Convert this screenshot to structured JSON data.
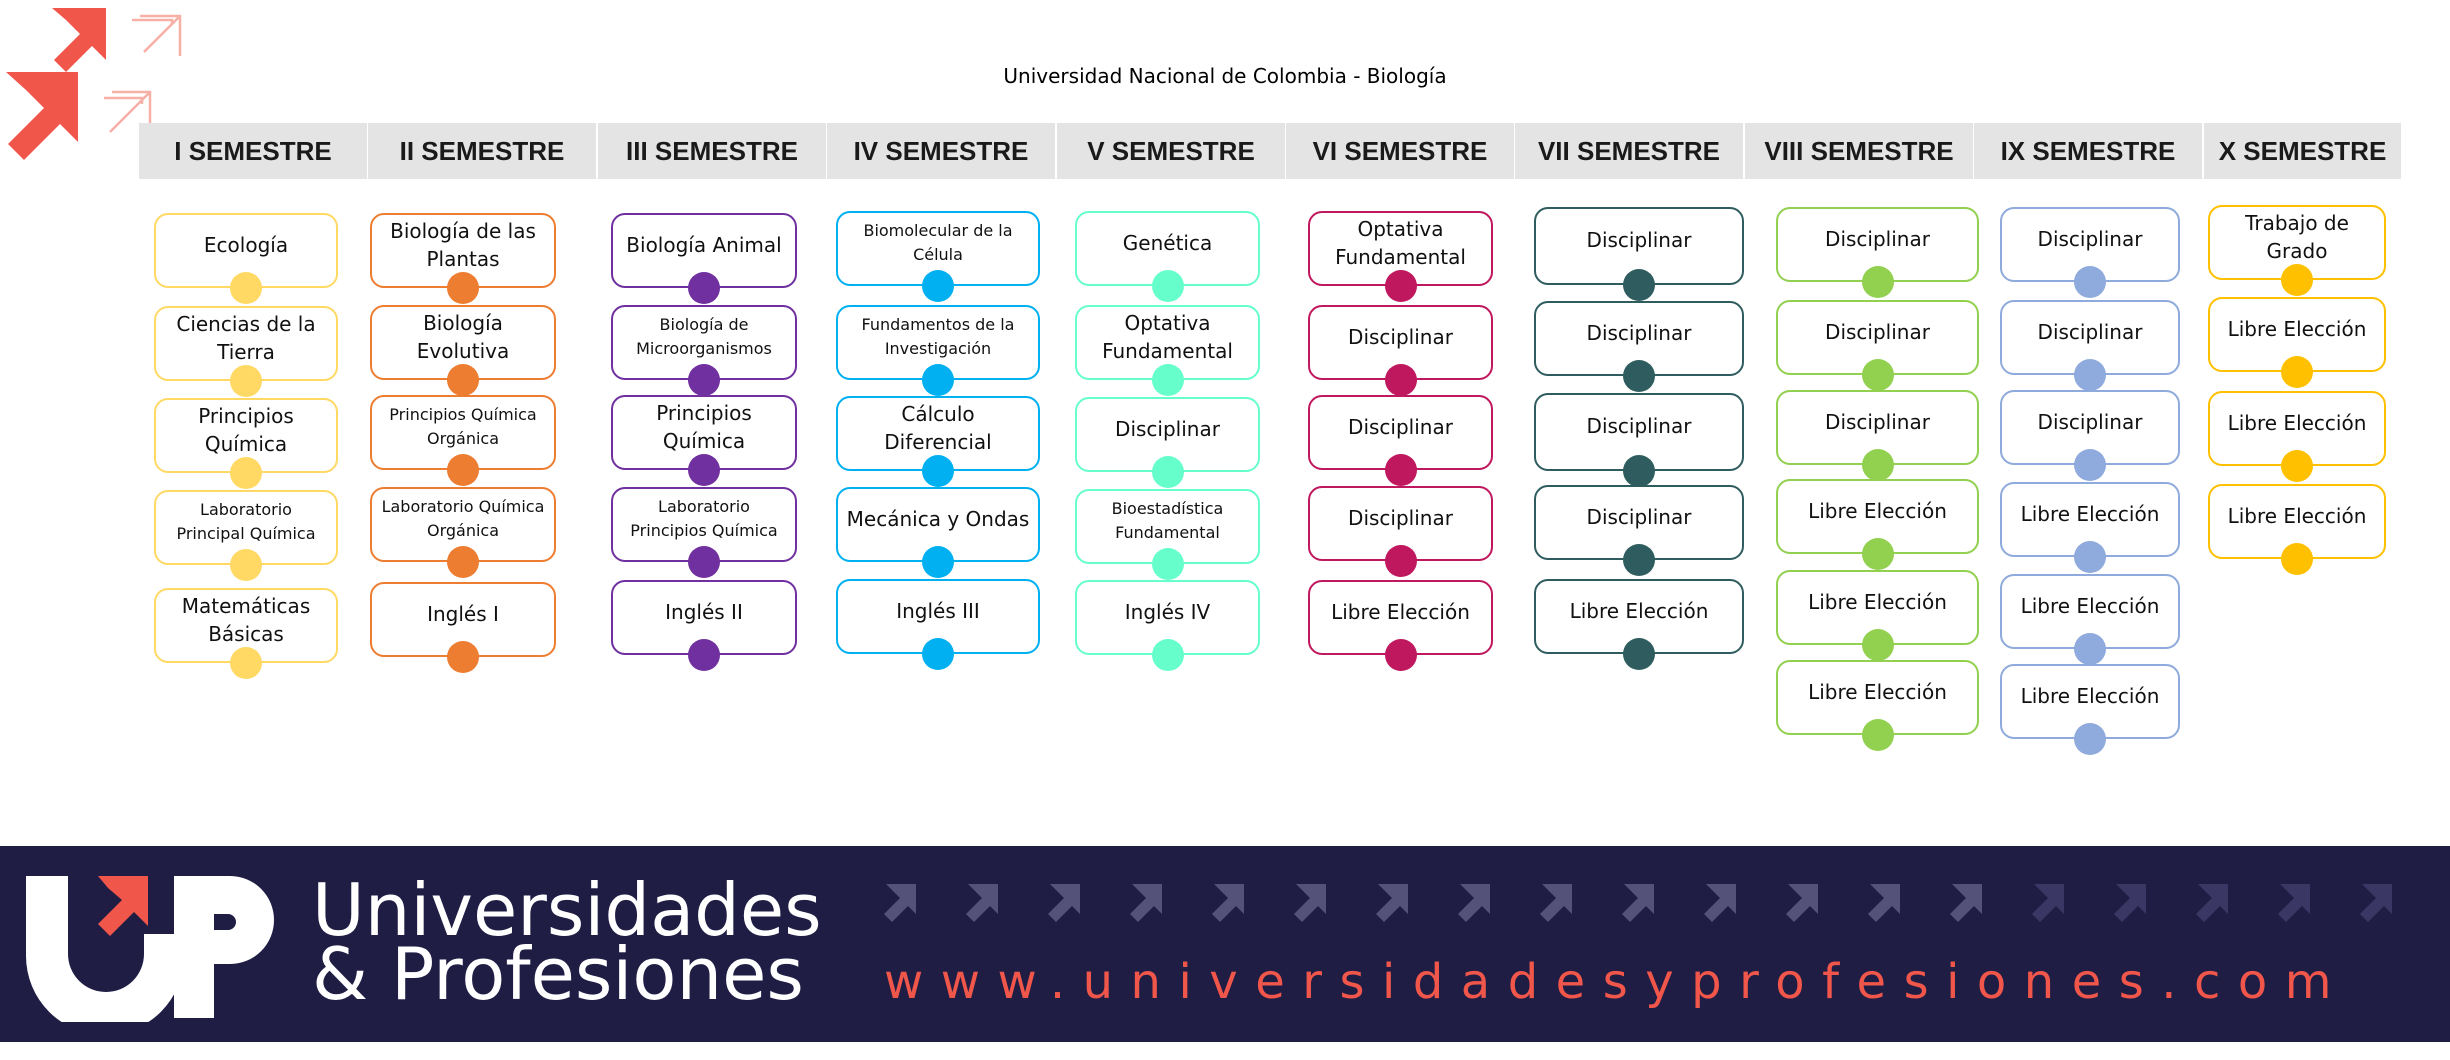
{
  "title": "Universidad Nacional de Colombia - Biología",
  "semesters": [
    {
      "label": "I SEMESTRE",
      "color": "#ffd964",
      "courses": [
        "Ecología",
        "Ciencias de la Tierra",
        "Principios Química",
        "Laboratorio Principal Química",
        "Matemáticas Básicas"
      ]
    },
    {
      "label": "II SEMESTRE",
      "color": "#ed7d31",
      "courses": [
        "Biología de las Plantas",
        "Biología Evolutiva",
        "Principios Química Orgánica",
        "Laboratorio Química Orgánica",
        "Inglés I"
      ]
    },
    {
      "label": "III SEMESTRE",
      "color": "#7030a0",
      "courses": [
        "Biología Animal",
        "Biología de Microorganismos",
        "Principios Química",
        "Laboratorio Principios Química",
        "Inglés II"
      ]
    },
    {
      "label": "IV SEMESTRE",
      "color": "#00b0f0",
      "courses": [
        "Biomolecular de la Célula",
        "Fundamentos de la Investigación",
        "Cálculo Diferencial",
        "Mecánica y Ondas",
        "Inglés III"
      ]
    },
    {
      "label": "V SEMESTRE",
      "color": "#66ffcc",
      "courses": [
        "Genética",
        "Optativa Fundamental",
        "Disciplinar",
        "Bioestadística Fundamental",
        "Inglés IV"
      ]
    },
    {
      "label": "VI SEMESTRE",
      "color": "#c0185e",
      "courses": [
        "Optativa Fundamental",
        "Disciplinar",
        "Disciplinar",
        "Disciplinar",
        "Libre Elección"
      ]
    },
    {
      "label": "VII SEMESTRE",
      "color": "#2f5d5f",
      "courses": [
        "Disciplinar",
        "Disciplinar",
        "Disciplinar",
        "Disciplinar",
        "Libre Elección"
      ]
    },
    {
      "label": "VIII SEMESTRE",
      "color": "#92d050",
      "courses": [
        "Disciplinar",
        "Disciplinar",
        "Disciplinar",
        "Libre Elección",
        "Libre Elección",
        "Libre Elección"
      ]
    },
    {
      "label": "IX SEMESTRE",
      "color": "#8faadc",
      "courses": [
        "Disciplinar",
        "Disciplinar",
        "Disciplinar",
        "Libre Elección",
        "Libre Elección",
        "Libre Elección"
      ]
    },
    {
      "label": "X SEMESTRE",
      "color": "#ffc000",
      "courses": [
        "Trabajo de Grado",
        "Libre Elección",
        "Libre Elección",
        "Libre Elección"
      ]
    }
  ],
  "footer": {
    "brand_line1": "Universidades",
    "brand_line2": "& Profesiones",
    "url": "www.universidadesyprofesiones.com",
    "background": "#201d45",
    "accent": "#f0564a"
  }
}
